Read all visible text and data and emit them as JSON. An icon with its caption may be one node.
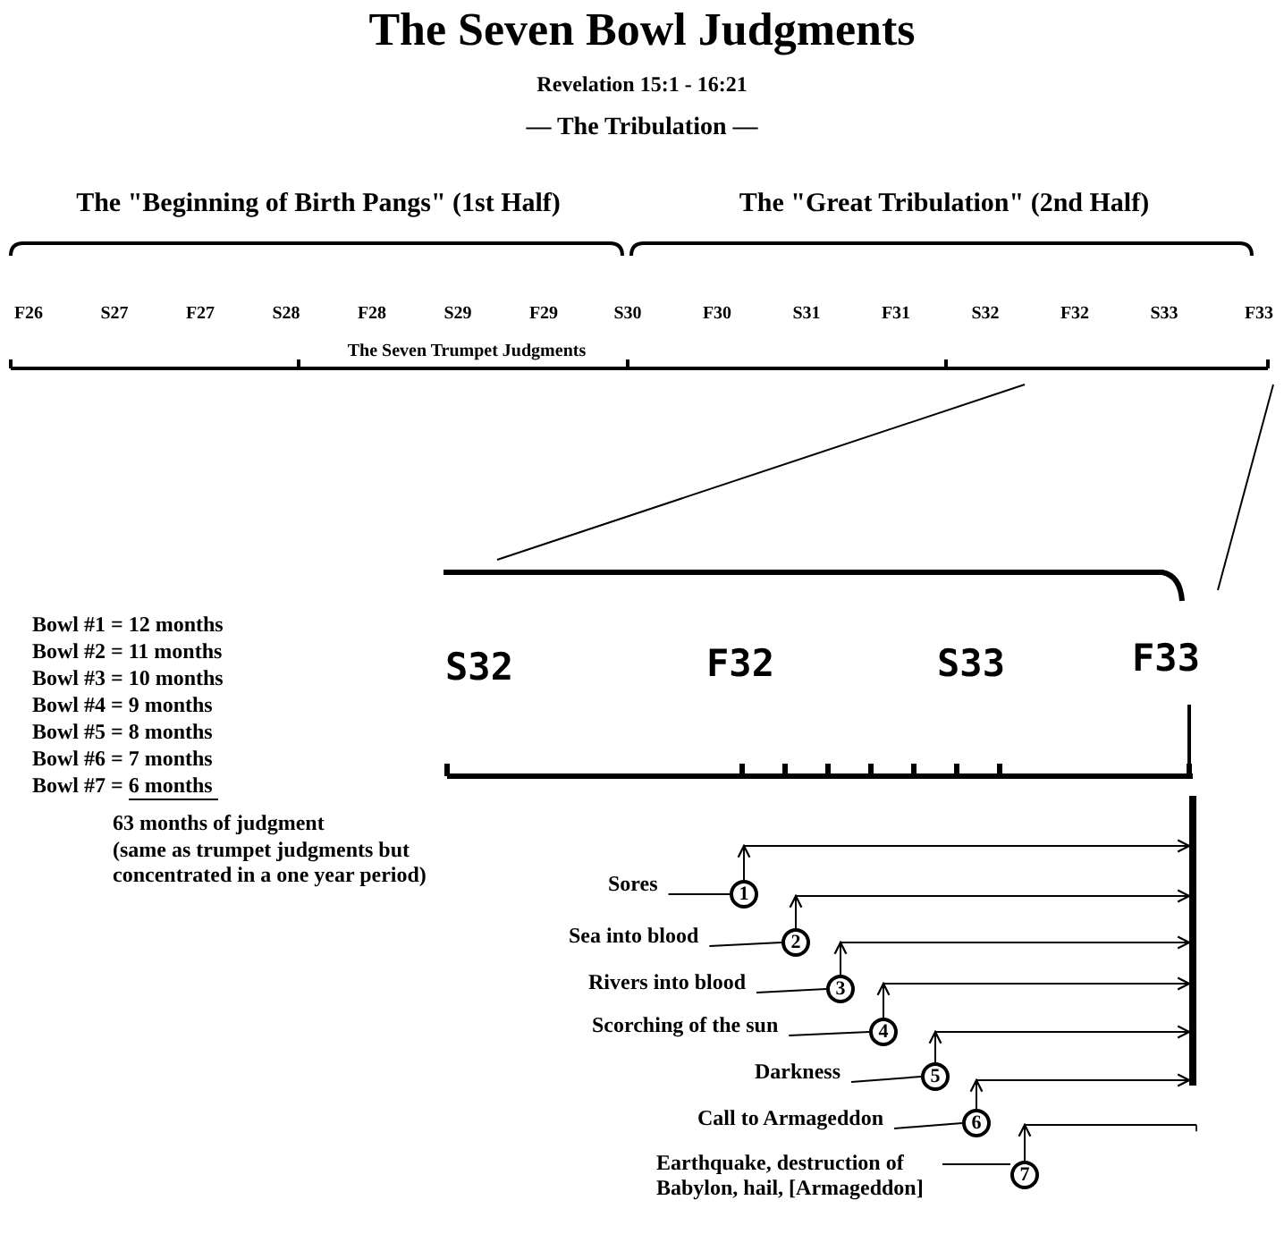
{
  "diagram": {
    "title": "The Seven Bowl Judgments",
    "nodes": [
      {
        "text": [
          "Sores"
        ]
      },
      {
        "text": [
          "Sea into blood"
        ]
      },
      {
        "text": [
          "Rivers into blood"
        ]
      },
      {
        "text": [
          "Scorching of the sun"
        ]
      },
      {
        "text": [
          "Darkness"
        ]
      },
      {
        "text": [
          "Call to Armageddon"
        ]
      },
      {
        "text": [
          "Earthquake, destruction of Babylon, hail, [Armageddon]"
        ]
      },
      {
        "text": [
          "1"
        ]
      },
      {
        "text": [
          "2"
        ]
      },
      {
        "text": [
          "3"
        ]
      },
      {
        "text": [
          "4"
        ]
      },
      {
        "text": [
          "5"
        ]
      },
      {
        "text": [
          "6"
        ]
      },
      {
        "text": [
          "7"
        ]
      },
      {
        "text": [],
        "shape": "bar"
      }
    ],
    "edges": [
      {
        "from": 0,
        "to": 7,
        "arrow": "none"
      },
      {
        "from": 1,
        "to": 8,
        "arrow": "none"
      },
      {
        "from": 2,
        "to": 9,
        "arrow": "none"
      },
      {
        "from": 3,
        "to": 10,
        "arrow": "none"
      },
      {
        "from": 4,
        "to": 11,
        "arrow": "none"
      },
      {
        "from": 5,
        "to": 12,
        "arrow": "none"
      },
      {
        "from": 6,
        "to": 13,
        "arrow": "none"
      },
      {
        "from": 7,
        "to": 14,
        "arrow": "to"
      },
      {
        "from": 8,
        "to": 14,
        "arrow": "to"
      },
      {
        "from": 9,
        "to": 14,
        "arrow": "to"
      },
      {
        "from": 10,
        "to": 14,
        "arrow": "to"
      },
      {
        "from": 11,
        "to": 14,
        "arrow": "to"
      },
      {
        "from": 12,
        "to": 14,
        "arrow": "to"
      },
      {
        "from": 13,
        "to": 14,
        "arrow": "other"
      }
    ],
    "labels": [
      "Revelation 15:1 - 16:21",
      "— The Tribulation —",
      "The \"Beginning of Birth Pangs\" (1st Half)",
      "The \"Great Tribulation\" (2nd Half)",
      "F26",
      "S27",
      "F27",
      "S28",
      "F28",
      "S29",
      "F29",
      "S30",
      "F30",
      "S31",
      "F31",
      "S32",
      "F32",
      "S33",
      "F33",
      "The Seven Trumpet Judgments",
      "S32",
      "F32",
      "S33",
      "F33",
      "Bowl #1 = 12 months",
      "Bowl #2 = 11 months",
      "Bowl #3 = 10 months",
      "Bowl #4 = 9 months",
      "Bowl #5 = 8 months",
      "Bowl #6 = 7 months",
      "Bowl #7 = 6 months",
      "63 months of judgment",
      "(same as trumpet judgments but concentrated in a one year period)"
    ]
  }
}
